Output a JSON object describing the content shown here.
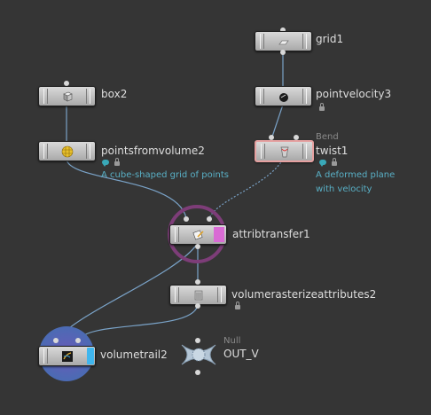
{
  "nodes": {
    "grid": {
      "name": "grid1"
    },
    "box": {
      "name": "box2"
    },
    "pointvelocity": {
      "name": "pointvelocity3"
    },
    "pointsfromvolume": {
      "name": "pointsfromvolume2",
      "comment": "A cube-shaped grid of points"
    },
    "twist": {
      "type": "Bend",
      "name": "twist1",
      "comment": "A deformed plane with velocity"
    },
    "attribtransfer": {
      "name": "attribtransfer1"
    },
    "volumerasterize": {
      "name": "volumerasterizeattributes2"
    },
    "volumetrail": {
      "name": "volumetrail2"
    },
    "out": {
      "type": "Null",
      "name": "OUT_V"
    }
  },
  "colors": {
    "background": "#353535",
    "wire": "#7aa3c8",
    "comment_text": "#59b0c6",
    "ring_purple": "#7d3d78",
    "display_flag": "#3f8fd9",
    "template_flag": "#d96bd4"
  },
  "icons": {
    "grid": "grid-icon",
    "box": "box-icon",
    "pointvelocity": "pointvelocity-icon",
    "pointsfromvolume": "pointsfromvolume-icon",
    "twist": "twist-icon",
    "attribtransfer": "attribtransfer-icon",
    "volumerasterize": "volumerasterize-icon",
    "volumetrail": "volumetrail-icon",
    "out": "null-icon"
  }
}
